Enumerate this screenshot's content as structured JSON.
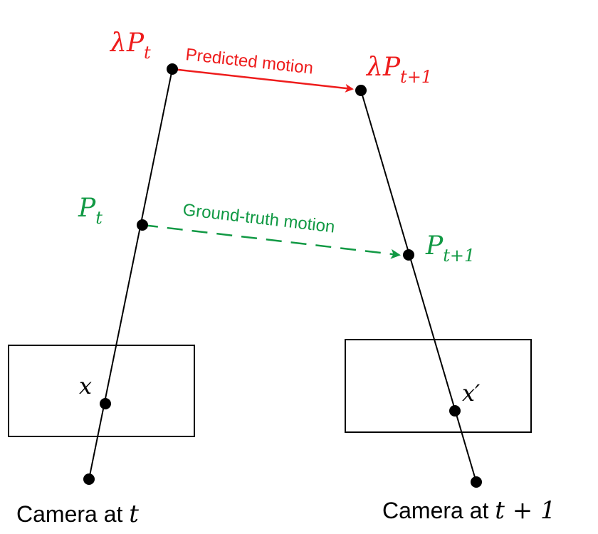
{
  "colors": {
    "predicted": "#ee1c1c",
    "ground_truth": "#119944",
    "geometry": "#000000",
    "background": "#ffffff"
  },
  "labels": {
    "lambda_p_t": {
      "prefix": "λP",
      "sub": "t"
    },
    "lambda_p_t1": {
      "prefix": "λP",
      "sub": "t+1"
    },
    "p_t": {
      "prefix": "P",
      "sub": "t"
    },
    "p_t1": {
      "prefix": "P",
      "sub": "t+1"
    },
    "x": "x",
    "x_prime": "x′",
    "predicted_motion": "Predicted motion",
    "ground_truth_motion": "Ground-truth motion",
    "camera_t": {
      "text": "Camera at ",
      "math": "t"
    },
    "camera_t1": {
      "text": "Camera at ",
      "math": "t + 1"
    }
  }
}
